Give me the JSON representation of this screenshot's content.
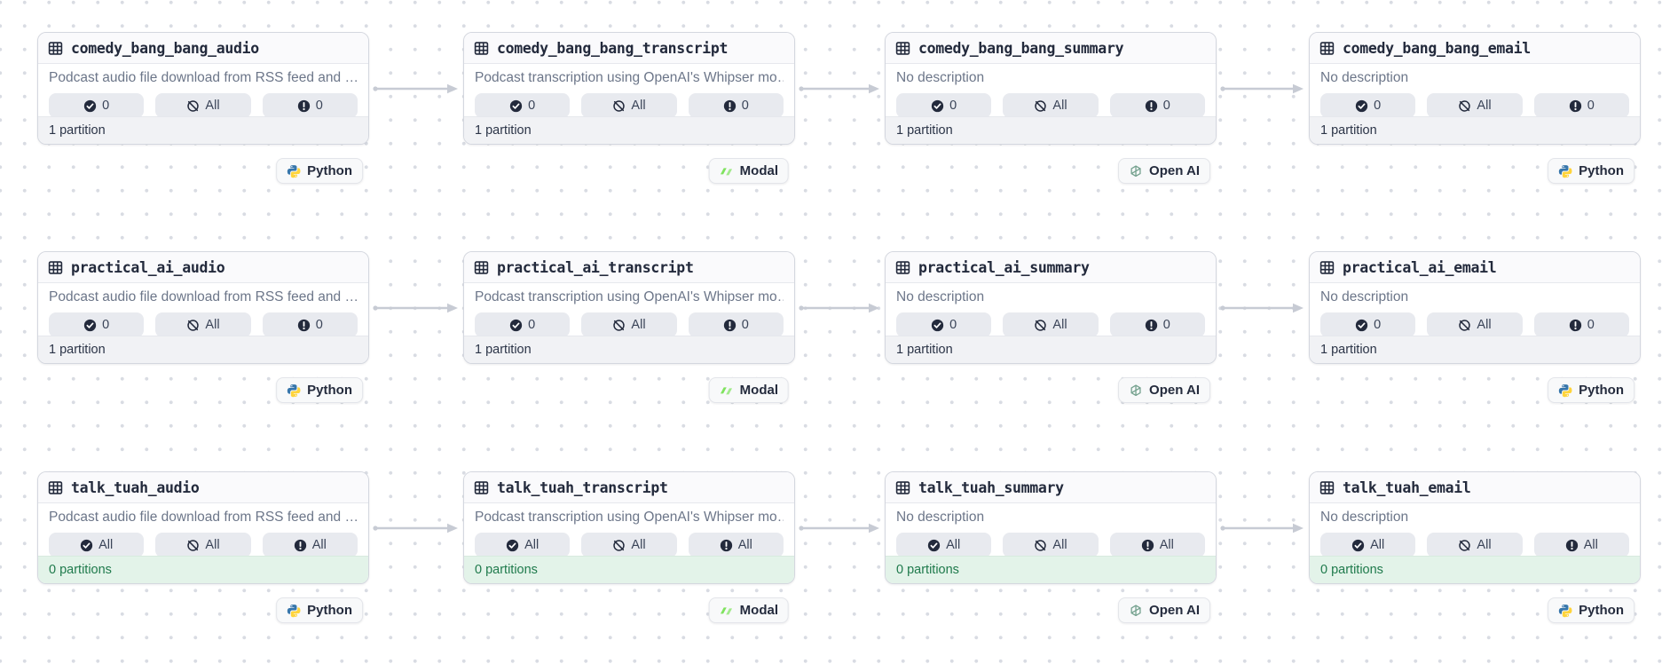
{
  "colors": {
    "navy_text": "#232A3C",
    "desc_text": "#6C7689",
    "badge_bg": "#E8EAEF",
    "card_border": "#D4D7DF",
    "header_bg": "#FAFAFC",
    "footer_bg": "#F1F2F5",
    "footer_text": "#2B3447",
    "fresh_bg": "#E3F3E9",
    "fresh_text": "#1F7A4C",
    "edge": "#C7CBD4",
    "dot": "#D9DCE3",
    "tag_bg": "#F8F9FA",
    "tag_border": "#E3E5EA",
    "python_blue": "#3776AB",
    "python_yellow": "#FFD43B",
    "modal_green": "#7FE35E",
    "openai_green": "#74A18E"
  },
  "badge_icons": [
    "check-circle-icon",
    "slash-circle-icon",
    "alert-circle-icon"
  ],
  "header_icon": "table-icon",
  "rows": [
    {
      "cards": [
        {
          "title": "comedy_bang_bang_audio",
          "description": "Podcast audio file download from RSS feed and …",
          "badges": [
            "0",
            "All",
            "0"
          ],
          "footer": "1 partition",
          "footer_state": "neutral",
          "tag": {
            "label": "Python",
            "logo": "python"
          }
        },
        {
          "title": "comedy_bang_bang_transcript",
          "description": "Podcast transcription using OpenAI's Whipser mo…",
          "badges": [
            "0",
            "All",
            "0"
          ],
          "footer": "1 partition",
          "footer_state": "neutral",
          "tag": {
            "label": "Modal",
            "logo": "modal"
          }
        },
        {
          "title": "comedy_bang_bang_summary",
          "description": "No description",
          "badges": [
            "0",
            "All",
            "0"
          ],
          "footer": "1 partition",
          "footer_state": "neutral",
          "tag": {
            "label": "Open AI",
            "logo": "openai"
          }
        },
        {
          "title": "comedy_bang_bang_email",
          "description": "No description",
          "badges": [
            "0",
            "All",
            "0"
          ],
          "footer": "1 partition",
          "footer_state": "neutral",
          "tag": {
            "label": "Python",
            "logo": "python"
          }
        }
      ]
    },
    {
      "cards": [
        {
          "title": "practical_ai_audio",
          "description": "Podcast audio file download from RSS feed and …",
          "badges": [
            "0",
            "All",
            "0"
          ],
          "footer": "1 partition",
          "footer_state": "neutral",
          "tag": {
            "label": "Python",
            "logo": "python"
          }
        },
        {
          "title": "practical_ai_transcript",
          "description": "Podcast transcription using OpenAI's Whipser mo…",
          "badges": [
            "0",
            "All",
            "0"
          ],
          "footer": "1 partition",
          "footer_state": "neutral",
          "tag": {
            "label": "Modal",
            "logo": "modal"
          }
        },
        {
          "title": "practical_ai_summary",
          "description": "No description",
          "badges": [
            "0",
            "All",
            "0"
          ],
          "footer": "1 partition",
          "footer_state": "neutral",
          "tag": {
            "label": "Open AI",
            "logo": "openai"
          }
        },
        {
          "title": "practical_ai_email",
          "description": "No description",
          "badges": [
            "0",
            "All",
            "0"
          ],
          "footer": "1 partition",
          "footer_state": "neutral",
          "tag": {
            "label": "Python",
            "logo": "python"
          }
        }
      ]
    },
    {
      "cards": [
        {
          "title": "talk_tuah_audio",
          "description": "Podcast audio file download from RSS feed and …",
          "badges": [
            "All",
            "All",
            "All"
          ],
          "footer": "0 partitions",
          "footer_state": "fresh",
          "tag": {
            "label": "Python",
            "logo": "python"
          }
        },
        {
          "title": "talk_tuah_transcript",
          "description": "Podcast transcription using OpenAI's Whipser mo…",
          "badges": [
            "All",
            "All",
            "All"
          ],
          "footer": "0 partitions",
          "footer_state": "fresh",
          "tag": {
            "label": "Modal",
            "logo": "modal"
          }
        },
        {
          "title": "talk_tuah_summary",
          "description": "No description",
          "badges": [
            "All",
            "All",
            "All"
          ],
          "footer": "0 partitions",
          "footer_state": "fresh",
          "tag": {
            "label": "Open AI",
            "logo": "openai"
          }
        },
        {
          "title": "talk_tuah_email",
          "description": "No description",
          "badges": [
            "All",
            "All",
            "All"
          ],
          "footer": "0 partitions",
          "footer_state": "fresh",
          "tag": {
            "label": "Python",
            "logo": "python"
          }
        }
      ]
    }
  ]
}
